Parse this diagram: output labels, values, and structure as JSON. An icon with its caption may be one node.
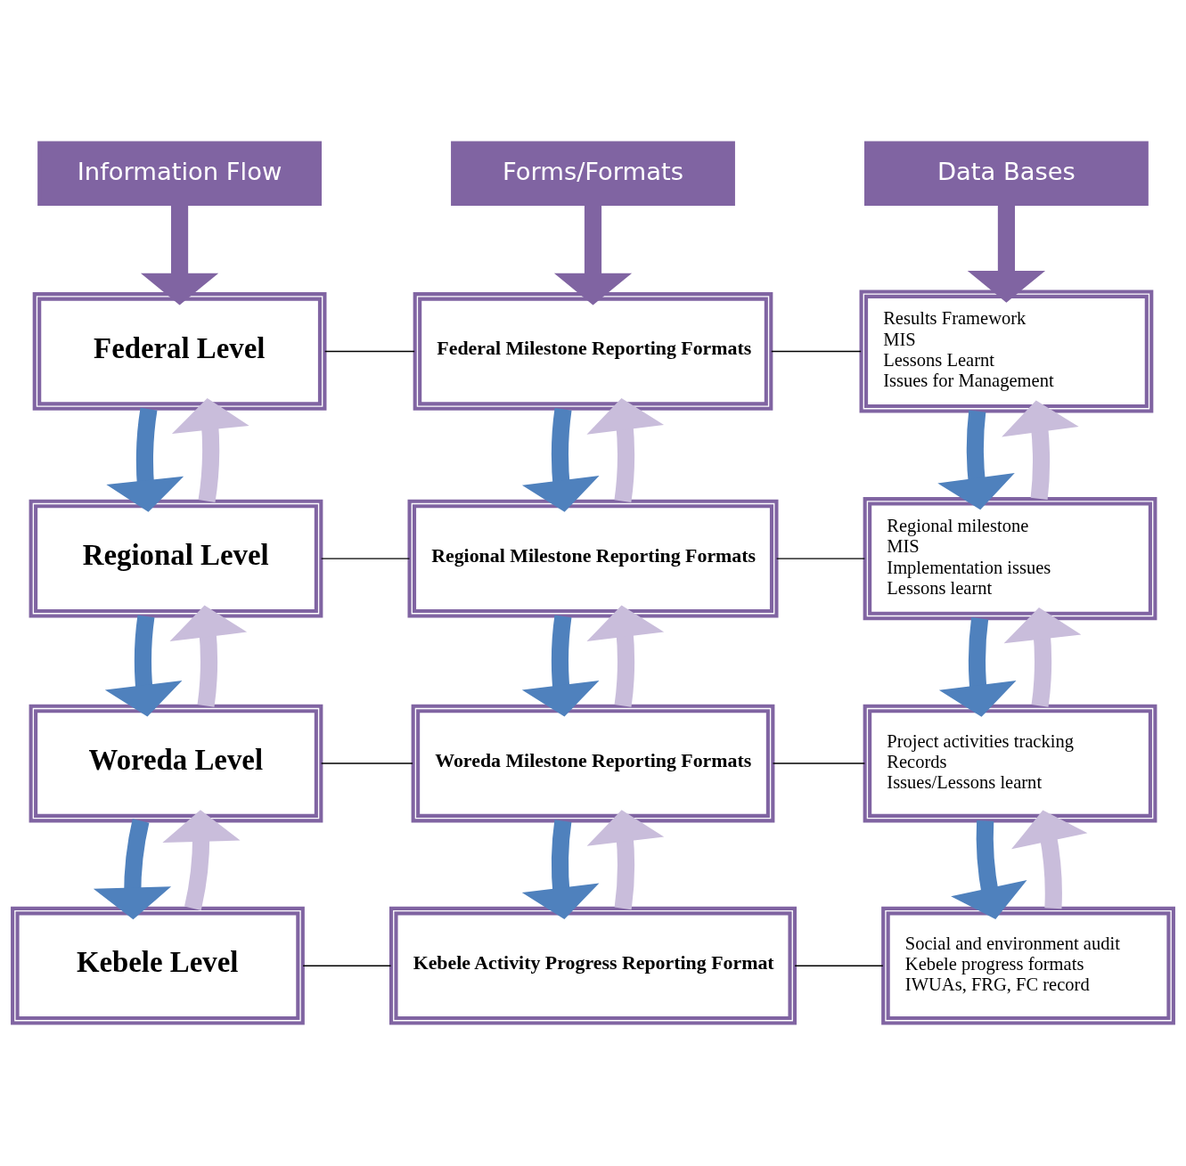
{
  "diagram": {
    "nodes": [
      {
        "text": [
          "Information Flow"
        ]
      },
      {
        "text": [
          "Forms/Formats"
        ]
      },
      {
        "text": [
          "Data Bases"
        ]
      },
      {
        "text": [
          "Federal Level"
        ]
      },
      {
        "text": [
          "Federal Milestone Reporting Formats"
        ]
      },
      {
        "text": [
          "Results Framework",
          "MIS",
          "Lessons Learnt",
          "Issues for Management"
        ]
      },
      {
        "text": [
          "Regional Level"
        ]
      },
      {
        "text": [
          "Regional Milestone Reporting Formats"
        ]
      },
      {
        "text": [
          "Regional milestone",
          "MIS",
          "Implementation issues",
          "Lessons learnt"
        ]
      },
      {
        "text": [
          "Woreda Level"
        ]
      },
      {
        "text": [
          "Woreda Milestone Reporting Formats"
        ]
      },
      {
        "text": [
          "Project activities tracking",
          "Records",
          "Issues/Lessons learnt"
        ]
      },
      {
        "text": [
          "Kebele Level"
        ]
      },
      {
        "text": [
          "Kebele Activity Progress Reporting Format"
        ]
      },
      {
        "text": [
          "Social and environment audit",
          "Kebele progress formats",
          "IWUAs, FRG, FC record"
        ]
      }
    ],
    "edges": [
      {
        "from": 0,
        "to": 3,
        "arrow": "to",
        "color": "#8064a2"
      },
      {
        "from": 1,
        "to": 4,
        "arrow": "to",
        "color": "#8064a2"
      },
      {
        "from": 2,
        "to": 5,
        "arrow": "to",
        "color": "#8064a2"
      },
      {
        "from": 3,
        "to": 4,
        "arrow": "none",
        "color": "#000000"
      },
      {
        "from": 4,
        "to": 5,
        "arrow": "none",
        "color": "#000000"
      },
      {
        "from": 6,
        "to": 7,
        "arrow": "none",
        "color": "#000000"
      },
      {
        "from": 7,
        "to": 8,
        "arrow": "none",
        "color": "#000000"
      },
      {
        "from": 9,
        "to": 10,
        "arrow": "none",
        "color": "#000000"
      },
      {
        "from": 10,
        "to": 11,
        "arrow": "none",
        "color": "#000000"
      },
      {
        "from": 12,
        "to": 13,
        "arrow": "none",
        "color": "#000000"
      },
      {
        "from": 13,
        "to": 14,
        "arrow": "none",
        "color": "#000000"
      },
      {
        "from": 6,
        "to": 3,
        "arrow": "to",
        "color": "#c9bddb"
      },
      {
        "from": 3,
        "to": 6,
        "arrow": "to",
        "color": "#4f81bd"
      },
      {
        "from": 7,
        "to": 4,
        "arrow": "to",
        "color": "#c9bddb"
      },
      {
        "from": 4,
        "to": 7,
        "arrow": "to",
        "color": "#4f81bd"
      },
      {
        "from": 8,
        "to": 5,
        "arrow": "to",
        "color": "#c9bddb"
      },
      {
        "from": 5,
        "to": 8,
        "arrow": "to",
        "color": "#4f81bd"
      },
      {
        "from": 9,
        "to": 6,
        "arrow": "to",
        "color": "#c9bddb"
      },
      {
        "from": 6,
        "to": 9,
        "arrow": "to",
        "color": "#4f81bd"
      },
      {
        "from": 10,
        "to": 7,
        "arrow": "to",
        "color": "#c9bddb"
      },
      {
        "from": 7,
        "to": 10,
        "arrow": "to",
        "color": "#4f81bd"
      },
      {
        "from": 11,
        "to": 8,
        "arrow": "to",
        "color": "#c9bddb"
      },
      {
        "from": 8,
        "to": 11,
        "arrow": "to",
        "color": "#4f81bd"
      },
      {
        "from": 12,
        "to": 9,
        "arrow": "to",
        "color": "#c9bddb"
      },
      {
        "from": 9,
        "to": 12,
        "arrow": "to",
        "color": "#4f81bd"
      },
      {
        "from": 13,
        "to": 10,
        "arrow": "to",
        "color": "#c9bddb"
      },
      {
        "from": 10,
        "to": 13,
        "arrow": "to",
        "color": "#4f81bd"
      },
      {
        "from": 14,
        "to": 11,
        "arrow": "to",
        "color": "#c9bddb"
      },
      {
        "from": 11,
        "to": 14,
        "arrow": "to",
        "color": "#4f81bd"
      }
    ]
  }
}
